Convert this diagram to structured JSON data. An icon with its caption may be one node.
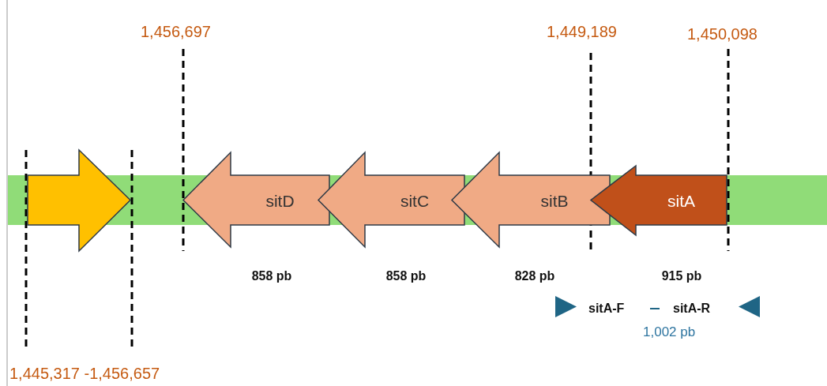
{
  "diagram": {
    "nodes": [
      {
        "text": [],
        "shape": "arrow"
      },
      {
        "text": [
          "sitD"
        ],
        "beside": [
          "858 pb"
        ]
      },
      {
        "text": [
          "sitC"
        ],
        "beside": [
          "858 pb"
        ]
      },
      {
        "text": [
          "sitB"
        ],
        "beside": [
          "828 pb"
        ]
      },
      {
        "text": [
          "sitA"
        ],
        "beside": [
          "915 pb"
        ]
      }
    ],
    "labels": [
      "1,456,697",
      "1,449,189",
      "1,450,098",
      "sitA-F",
      "sitA-R",
      "1,002 pb",
      "1,445,317 -1,456,657"
    ]
  }
}
